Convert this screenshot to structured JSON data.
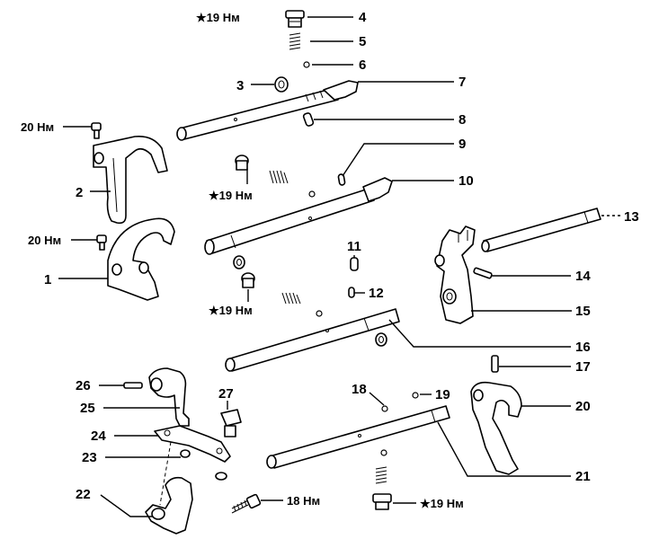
{
  "callouts": {
    "n1": "1",
    "n2": "2",
    "n3": "3",
    "n4": "4",
    "n5": "5",
    "n6": "6",
    "n7": "7",
    "n8": "8",
    "n9": "9",
    "n10": "10",
    "n11": "11",
    "n12": "12",
    "n13": "13",
    "n14": "14",
    "n15": "15",
    "n16": "16",
    "n17": "17",
    "n18": "18",
    "n19": "19",
    "n20": "20",
    "n21": "21",
    "n22": "22",
    "n23": "23",
    "n24": "24",
    "n25": "25",
    "n26": "26",
    "n27": "27"
  },
  "torques": {
    "t_bolt_top": "★19 Нм",
    "t_fork2": "20 Нм",
    "t_plug_mid": "★19 Нм",
    "t_fork1": "20 Нм",
    "t_plug_low": "★19 Нм",
    "t_bolt_bottom": "18 Нм",
    "t_plug_bottom": "★19 Нм"
  }
}
